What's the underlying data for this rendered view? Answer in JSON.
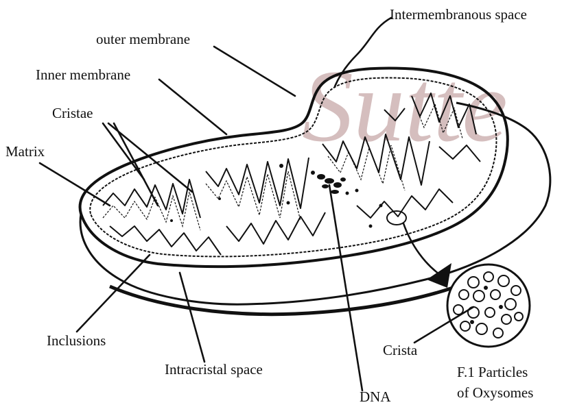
{
  "watermark": "Sutte",
  "labels": {
    "intermembranous_space": "Intermembranous space",
    "outer_membrane": "outer membrane",
    "inner_membrane": "Inner membrane",
    "cristae": "Cristae",
    "matrix": "Matrix",
    "inclusions": "Inclusions",
    "intracristal_space": "Intracristal space",
    "dna": "DNA",
    "crista": "Crista",
    "particles_line1": "F.1 Particles",
    "particles_line2": "of Oxysomes"
  },
  "colors": {
    "ink": "#111111",
    "watermark": "#c7a9a9",
    "background": "#ffffff"
  }
}
